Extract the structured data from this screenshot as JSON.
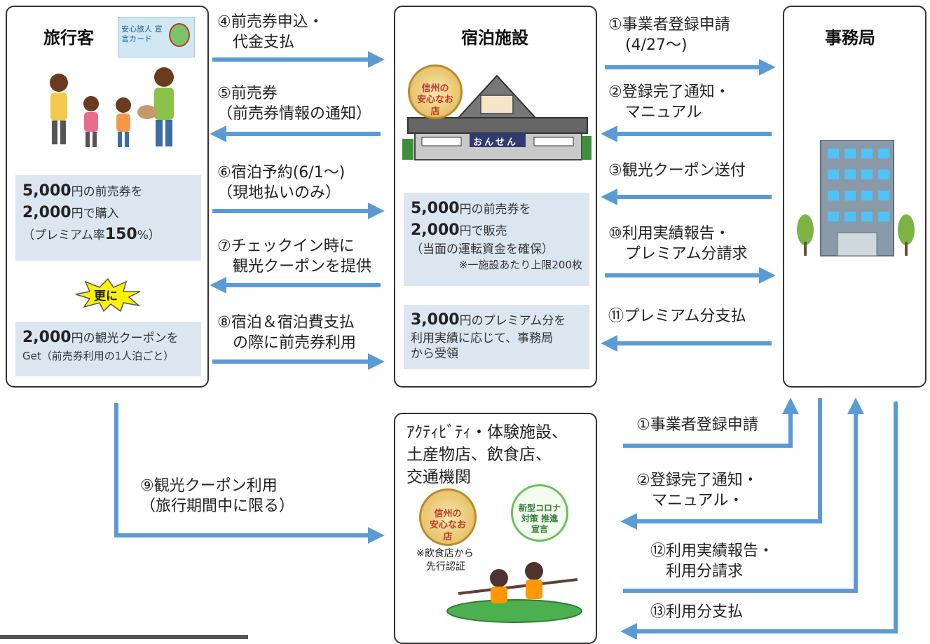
{
  "panels": {
    "traveler": {
      "title": "旅行客",
      "card_text": "安心旅人 宣言カード",
      "box1_a": "5,000",
      "box1_b": "円の前売券を",
      "box1_c": "2,000",
      "box1_d": "円で購入",
      "box1_e": "（プレミアム率",
      "box1_f": "150",
      "box1_g": "%）",
      "burst": "更に",
      "box2_a": "2,000",
      "box2_b": "円の観光クーポンを",
      "box2_c": "Get（前売券利用の1人泊ごと）"
    },
    "lodging": {
      "title": "宿泊施設",
      "sticker": "信州の 安心なお店",
      "sign": "おんせん",
      "box1_a": "5,000",
      "box1_b": "円の前売券を",
      "box1_c": "2,000",
      "box1_d": "円で販売",
      "box1_e": "（当面の運転資金を確保）",
      "box1_f": "※一施設あたり上限200枚",
      "box2_a": "3,000",
      "box2_b": "円のプレミアム分を",
      "box2_c": "利用実績に応じて、事務局",
      "box2_d": "から受領"
    },
    "office": {
      "title": "事務局"
    },
    "activity": {
      "line1": "ｱｸﾃｨﾋﾞﾃｨ・体験施設、",
      "line2": "土産物店、飲食店、",
      "line3": "交通機関",
      "sticker1": "信州の 安心なお店",
      "sticker2": "新型コロナ対策 推進宣言",
      "note1": "※飲食店から",
      "note2": "先行認証"
    }
  },
  "flows": {
    "f4": [
      "④前売券申込・",
      "代金支払"
    ],
    "f5": [
      "⑤前売券",
      "（前売券情報の通知）"
    ],
    "f6": [
      "⑥宿泊予約(6/1～)",
      "（現地払いのみ）"
    ],
    "f7": [
      "⑦チェックイン時に",
      "観光クーポンを提供"
    ],
    "f8": [
      "⑧宿泊＆宿泊費支払",
      "の際に前売券利用"
    ],
    "f1": [
      "①事業者登録申請",
      "(4/27～)"
    ],
    "f2": [
      "②登録完了通知・",
      "マニュアル"
    ],
    "f3": [
      "③観光クーポン送付"
    ],
    "f10": [
      "⑩利用実績報告・",
      "プレミアム分請求"
    ],
    "f11": [
      "⑪プレミアム分支払"
    ],
    "f9": [
      "⑨観光クーポン利用",
      "（旅行期間中に限る）"
    ],
    "g1": [
      "①事業者登録申請"
    ],
    "g2": [
      "②登録完了通知・",
      "マニュアル・"
    ],
    "g12": [
      "⑫利用実績報告・",
      "利用分請求"
    ],
    "g13": [
      "⑬利用分支払"
    ]
  },
  "colors": {
    "arrow": "#5b9bd5",
    "box": "#dce6f1",
    "border": "#333333"
  }
}
